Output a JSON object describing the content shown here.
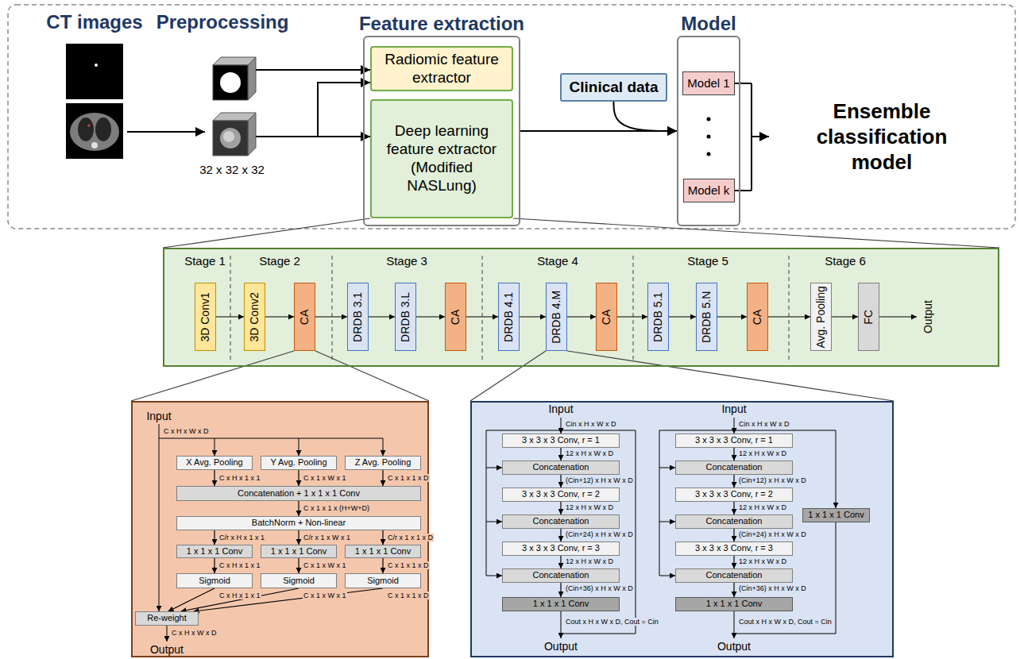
{
  "diagram": {
    "nodes": [
      {
        "text": [
          "Feature extraction"
        ]
      },
      {
        "text": [
          "Radiomic feature extractor"
        ],
        "in": 0
      },
      {
        "text": [
          "Deep learning feature extractor (Modified NASLung)"
        ],
        "in": 0
      },
      {
        "text": [
          "Clinical data"
        ]
      },
      {
        "text": [
          "Model"
        ]
      },
      {
        "text": [
          "Model 1"
        ],
        "in": 4
      },
      {
        "text": [
          "Model k"
        ],
        "in": 4
      },
      {
        "text": [
          "Stage 1",
          "Stage 2",
          "Stage 3",
          "Stage 4",
          "Stage 5",
          "Stage 6",
          "Output"
        ]
      },
      {
        "text": [
          "3D Conv1"
        ],
        "in": 7
      },
      {
        "text": [
          "3D Conv2"
        ],
        "in": 7
      },
      {
        "text": [
          "CA"
        ],
        "in": 7
      },
      {
        "text": [
          "DRDB 3.1"
        ],
        "in": 7
      },
      {
        "text": [
          "DRDB 3.L"
        ],
        "in": 7
      },
      {
        "text": [
          "CA"
        ],
        "in": 7
      },
      {
        "text": [
          "DRDB 4.1"
        ],
        "in": 7
      },
      {
        "text": [
          "DRDB 4.M"
        ],
        "in": 7
      },
      {
        "text": [
          "CA"
        ],
        "in": 7
      },
      {
        "text": [
          "DRDB 5.1"
        ],
        "in": 7
      },
      {
        "text": [
          "DRDB 5.N"
        ],
        "in": 7
      },
      {
        "text": [
          "CA"
        ],
        "in": 7
      },
      {
        "text": [
          "Avg. Pooling"
        ],
        "in": 7
      },
      {
        "text": [
          "FC"
        ],
        "in": 7
      },
      {
        "text": [
          "Input",
          "Output"
        ]
      },
      {
        "text": [
          "X Avg. Pooling"
        ],
        "in": 22
      },
      {
        "text": [
          "Y Avg. Pooling"
        ],
        "in": 22
      },
      {
        "text": [
          "Z Avg. Pooling"
        ],
        "in": 22
      },
      {
        "text": [
          "Concatenation + 1 x 1 x 1 Conv"
        ],
        "in": 22
      },
      {
        "text": [
          "BatchNorm + Non-linear"
        ],
        "in": 22
      },
      {
        "text": [
          "1 x 1 x 1 Conv"
        ],
        "in": 22
      },
      {
        "text": [
          "1 x 1 x 1 Conv"
        ],
        "in": 22
      },
      {
        "text": [
          "1 x 1 x 1 Conv"
        ],
        "in": 22
      },
      {
        "text": [
          "Sigmoid"
        ],
        "in": 22
      },
      {
        "text": [
          "Sigmoid"
        ],
        "in": 22
      },
      {
        "text": [
          "Sigmoid"
        ],
        "in": 22
      },
      {
        "text": [
          "Re-weight"
        ],
        "in": 22
      },
      {
        "text": [
          "Input",
          "Output",
          "Input",
          "Output"
        ]
      },
      {
        "text": [
          "3 x 3 x 3 Conv, r = 1"
        ],
        "in": 35
      },
      {
        "text": [
          "Concatenation"
        ],
        "in": 35
      },
      {
        "text": [
          "3 x 3 x 3 Conv, r = 2"
        ],
        "in": 35
      },
      {
        "text": [
          "Concatenation"
        ],
        "in": 35
      },
      {
        "text": [
          "3 x 3 x 3 Conv, r = 3"
        ],
        "in": 35
      },
      {
        "text": [
          "Concatenation"
        ],
        "in": 35
      },
      {
        "text": [
          "1 x 1 x 1 Conv"
        ],
        "in": 35
      },
      {
        "text": [
          "3 x 3 x 3 Conv, r = 1"
        ],
        "in": 35
      },
      {
        "text": [
          "Concatenation"
        ],
        "in": 35
      },
      {
        "text": [
          "3 x 3 x 3 Conv, r = 2"
        ],
        "in": 35
      },
      {
        "text": [
          "Concatenation"
        ],
        "in": 35
      },
      {
        "text": [
          "3 x 3 x 3 Conv, r = 3"
        ],
        "in": 35
      },
      {
        "text": [
          "Concatenation"
        ],
        "in": 35
      },
      {
        "text": [
          "1 x 1 x 1 Conv"
        ],
        "in": 35
      },
      {
        "text": [
          "1 x 1 x 1 Conv"
        ],
        "in": 35
      }
    ],
    "edges": [
      {
        "from": 0,
        "to": 4,
        "arrow": "to"
      },
      {
        "from": 3,
        "to": 4,
        "arrow": "to"
      },
      {
        "from": 8,
        "to": 9,
        "arrow": "to"
      },
      {
        "from": 9,
        "to": 10,
        "arrow": "to"
      },
      {
        "from": 10,
        "to": 11,
        "arrow": "to"
      },
      {
        "from": 11,
        "to": 12,
        "arrow": "to"
      },
      {
        "from": 12,
        "to": 13,
        "arrow": "to"
      },
      {
        "from": 13,
        "to": 14,
        "arrow": "to"
      },
      {
        "from": 14,
        "to": 15,
        "arrow": "to"
      },
      {
        "from": 15,
        "to": 16,
        "arrow": "to"
      },
      {
        "from": 16,
        "to": 17,
        "arrow": "to"
      },
      {
        "from": 17,
        "to": 18,
        "arrow": "to"
      },
      {
        "from": 18,
        "to": 19,
        "arrow": "to"
      },
      {
        "from": 19,
        "to": 20,
        "arrow": "to"
      },
      {
        "from": 20,
        "to": 21,
        "arrow": "to"
      },
      {
        "from": 23,
        "to": 26,
        "arrow": "to"
      },
      {
        "from": 24,
        "to": 26,
        "arrow": "to"
      },
      {
        "from": 25,
        "to": 26,
        "arrow": "to"
      },
      {
        "from": 26,
        "to": 27,
        "arrow": "to"
      },
      {
        "from": 27,
        "to": 28,
        "arrow": "to"
      },
      {
        "from": 27,
        "to": 29,
        "arrow": "to"
      },
      {
        "from": 27,
        "to": 30,
        "arrow": "to"
      },
      {
        "from": 28,
        "to": 31,
        "arrow": "to"
      },
      {
        "from": 29,
        "to": 32,
        "arrow": "to"
      },
      {
        "from": 30,
        "to": 33,
        "arrow": "to"
      },
      {
        "from": 31,
        "to": 34,
        "arrow": "to"
      },
      {
        "from": 32,
        "to": 34,
        "arrow": "to"
      },
      {
        "from": 33,
        "to": 34,
        "arrow": "to"
      },
      {
        "from": 36,
        "to": 37,
        "arrow": "to"
      },
      {
        "from": 37,
        "to": 38,
        "arrow": "to"
      },
      {
        "from": 38,
        "to": 39,
        "arrow": "to"
      },
      {
        "from": 39,
        "to": 40,
        "arrow": "to"
      },
      {
        "from": 40,
        "to": 41,
        "arrow": "to"
      },
      {
        "from": 41,
        "to": 42,
        "arrow": "to"
      },
      {
        "from": 43,
        "to": 44,
        "arrow": "to"
      },
      {
        "from": 44,
        "to": 45,
        "arrow": "to"
      },
      {
        "from": 45,
        "to": 46,
        "arrow": "to"
      },
      {
        "from": 46,
        "to": 47,
        "arrow": "to"
      },
      {
        "from": 47,
        "to": 48,
        "arrow": "to"
      },
      {
        "from": 48,
        "to": 49,
        "arrow": "to"
      }
    ],
    "labels": [
      "CT images",
      "Preprocessing",
      "32 x 32 x 32",
      "Ensemble classification model",
      "C x H x W x D",
      "C x H x 1 x 1",
      "C x 1 x W x 1",
      "C x 1 x 1 x D",
      "C x 1 x 1 x (H+W+D)",
      "C/r x H x 1 x 1",
      "C/r x 1 x W x 1",
      "C/r x 1 x 1 x D",
      "C x H x 1 x 1",
      "C x 1 x W x 1",
      "C x 1 x 1 x D",
      "C x H x 1 x 1",
      "C x 1 x W x 1",
      "C x 1 x 1 x D",
      "C x H x W x D",
      "Cin x H x W x D",
      "12 x H x W x D",
      "(Cin+12) x H x W x D",
      "12 x H x W x D",
      "(Cin+24) x H x W x D",
      "12 x H x W x D",
      "(Cin+36) x H x W x D",
      "Cout x H x W x D, Cout = Cin",
      "Cin x H x W x D",
      "12 x H x W x D",
      "(Cin+12) x H x W x D",
      "12 x H x W x D",
      "(Cin+24) x H x W x D",
      "12 x H x W x D",
      "(Cin+36) x H x W x D",
      "Cout x H x W x D, Cout = Cin"
    ]
  }
}
